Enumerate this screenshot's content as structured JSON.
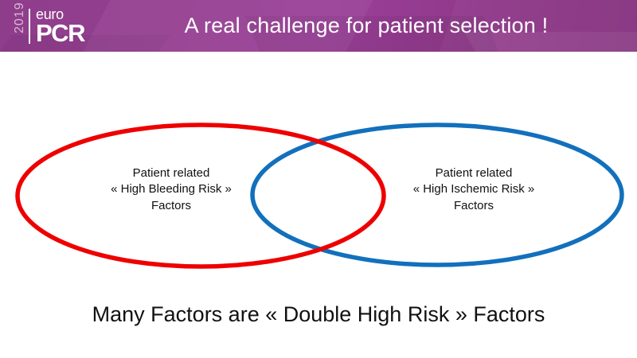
{
  "header": {
    "title": "A real challenge for patient selection !",
    "background_color": "#933990",
    "logo": {
      "year": "2019",
      "euro": "euro",
      "pcr": "PCR"
    }
  },
  "diagram": {
    "type": "venn",
    "left_circle": {
      "color": "#EE0000",
      "lines": [
        "Patient related",
        "« High Bleeding Risk »",
        "Factors"
      ]
    },
    "right_circle": {
      "color": "#1270BC",
      "lines": [
        "Patient related",
        "« High Ischemic Risk »",
        "Factors"
      ]
    }
  },
  "caption": "Many Factors are « Double High Risk » Factors"
}
